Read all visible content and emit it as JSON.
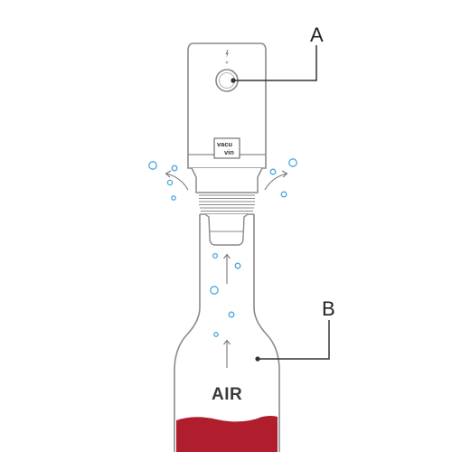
{
  "labels": {
    "pump": "A",
    "bottle": "B"
  },
  "bottle_text": "AIR",
  "brand_logo": {
    "line1": "vacu",
    "line2": "vin"
  },
  "icons": {
    "power": "lightning-bolt-icon",
    "button": "power-button-icon"
  },
  "colors": {
    "outline": "#8a8a8a",
    "bubble": "#4aa8e0",
    "wine": "#b01e2e",
    "leader_line": "#333333",
    "text": "#222222"
  }
}
